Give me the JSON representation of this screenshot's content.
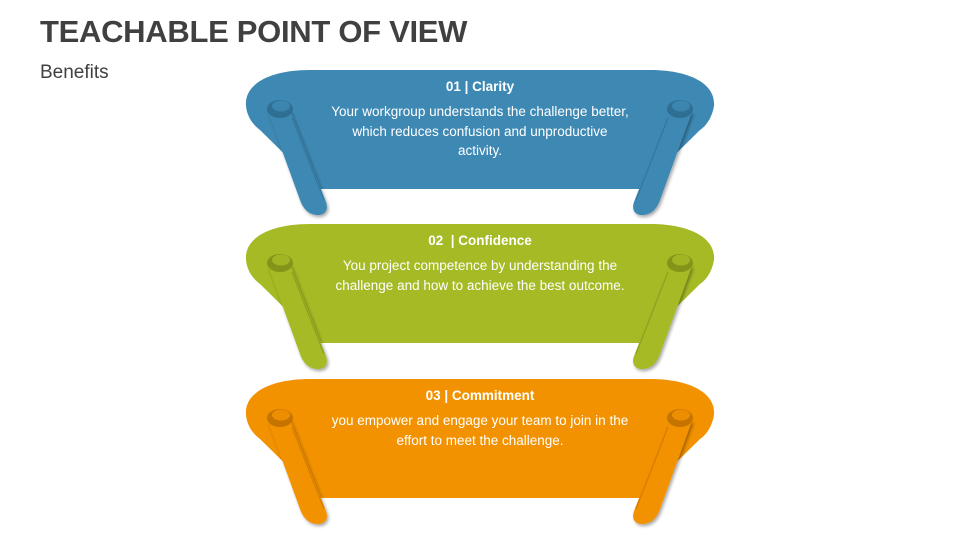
{
  "slide": {
    "title": "TEACHABLE POINT OF VIEW",
    "subtitle": "Benefits"
  },
  "banners": [
    {
      "heading": "01 | Clarity",
      "body": "Your workgroup understands the challenge better, which reduces confusion and unproductive activity.",
      "color": "#3E89B4",
      "shade": "#2F6F94"
    },
    {
      "heading": "02  | Confidence",
      "body": "You project competence by understanding the challenge and how to achieve the best outcome.",
      "color": "#A6BA25",
      "shade": "#849419"
    },
    {
      "heading": "03 | Commitment",
      "body": "you empower and engage your team to join in the effort to meet the challenge.",
      "color": "#F39200",
      "shade": "#C57400"
    }
  ]
}
